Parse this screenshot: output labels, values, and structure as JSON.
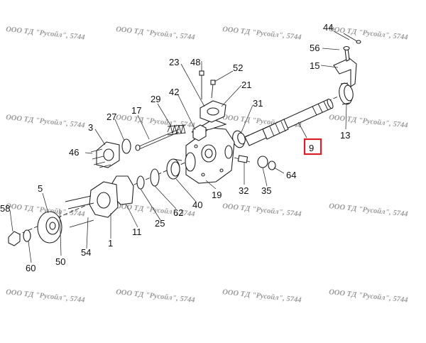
{
  "watermark": "ООО ТД \"Русойл\", 5744",
  "highlight": "9",
  "callouts": [
    "44",
    "56",
    "15",
    "13",
    "9",
    "48",
    "23",
    "52",
    "21",
    "42",
    "31",
    "29",
    "27",
    "17",
    "3",
    "46",
    "19",
    "64",
    "35",
    "32",
    "5",
    "58",
    "60",
    "50",
    "54",
    "1",
    "11",
    "25",
    "62",
    "40"
  ]
}
